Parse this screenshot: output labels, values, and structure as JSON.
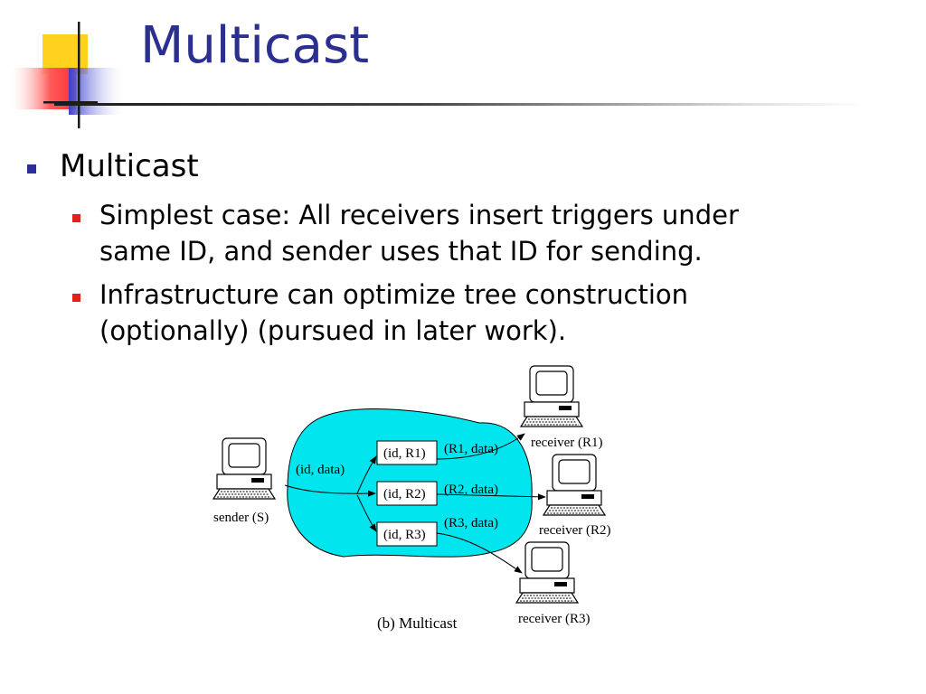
{
  "slide": {
    "title": "Multicast",
    "bullet": "Multicast",
    "subbullets": [
      "Simplest case: All receivers insert triggers under same ID, and sender uses that ID for sending.",
      "Infrastructure can optimize tree construction (optionally) (pursued in later work)."
    ]
  },
  "diagram": {
    "sender_label": "sender (S)",
    "sender_edge_label": "(id, data)",
    "triggers": [
      "(id, R1)",
      "(id, R2)",
      "(id, R3)"
    ],
    "forward_labels": [
      "(R1, data)",
      "(R2, data)",
      "(R3, data)"
    ],
    "receiver_labels": [
      "receiver (R1)",
      "receiver (R2)",
      "receiver (R3)"
    ],
    "caption": "(b) Multicast",
    "cloud_color": "#00e5ee"
  },
  "colors": {
    "title": "#2b2f8f",
    "bullet_level1": "#2b2f99",
    "bullet_level2": "#e0221a"
  }
}
